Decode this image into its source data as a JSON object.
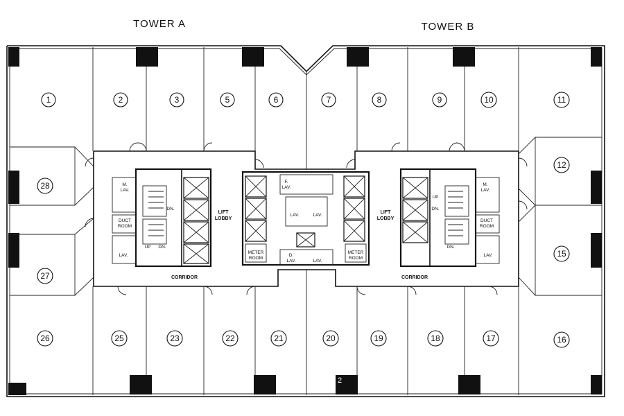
{
  "towers": {
    "a": "TOWER A",
    "b": "TOWER B"
  },
  "units": {
    "u1": "1",
    "u2": "2",
    "u3": "3",
    "u5": "5",
    "u6": "6",
    "u7": "7",
    "u8": "8",
    "u9": "9",
    "u10": "10",
    "u11": "11",
    "u12": "12",
    "u15": "15",
    "u16": "16",
    "u17": "17",
    "u18": "18",
    "u19": "19",
    "u20": "20",
    "u21": "21",
    "u22": "22",
    "u23": "23",
    "u25": "25",
    "u26": "26",
    "u27": "27",
    "u28": "28"
  },
  "core_labels": {
    "lift_lobby_1": "LIFT",
    "lift_lobby_2": "LOBBY",
    "corridor": "CORRIDOR",
    "m_lav_1": "M.",
    "m_lav_2": "LAV.",
    "duct_1": "DUCT",
    "duct_2": "ROOM",
    "lav": "LAV.",
    "up": "UP",
    "dn": "DN.",
    "meter_1": "METER",
    "meter_2": "ROOM",
    "f_lav_1": "F.",
    "f_lav_2": "LAV.",
    "d_lav_1": "D.",
    "d_lav_2": "LAV."
  },
  "watermark": "2"
}
